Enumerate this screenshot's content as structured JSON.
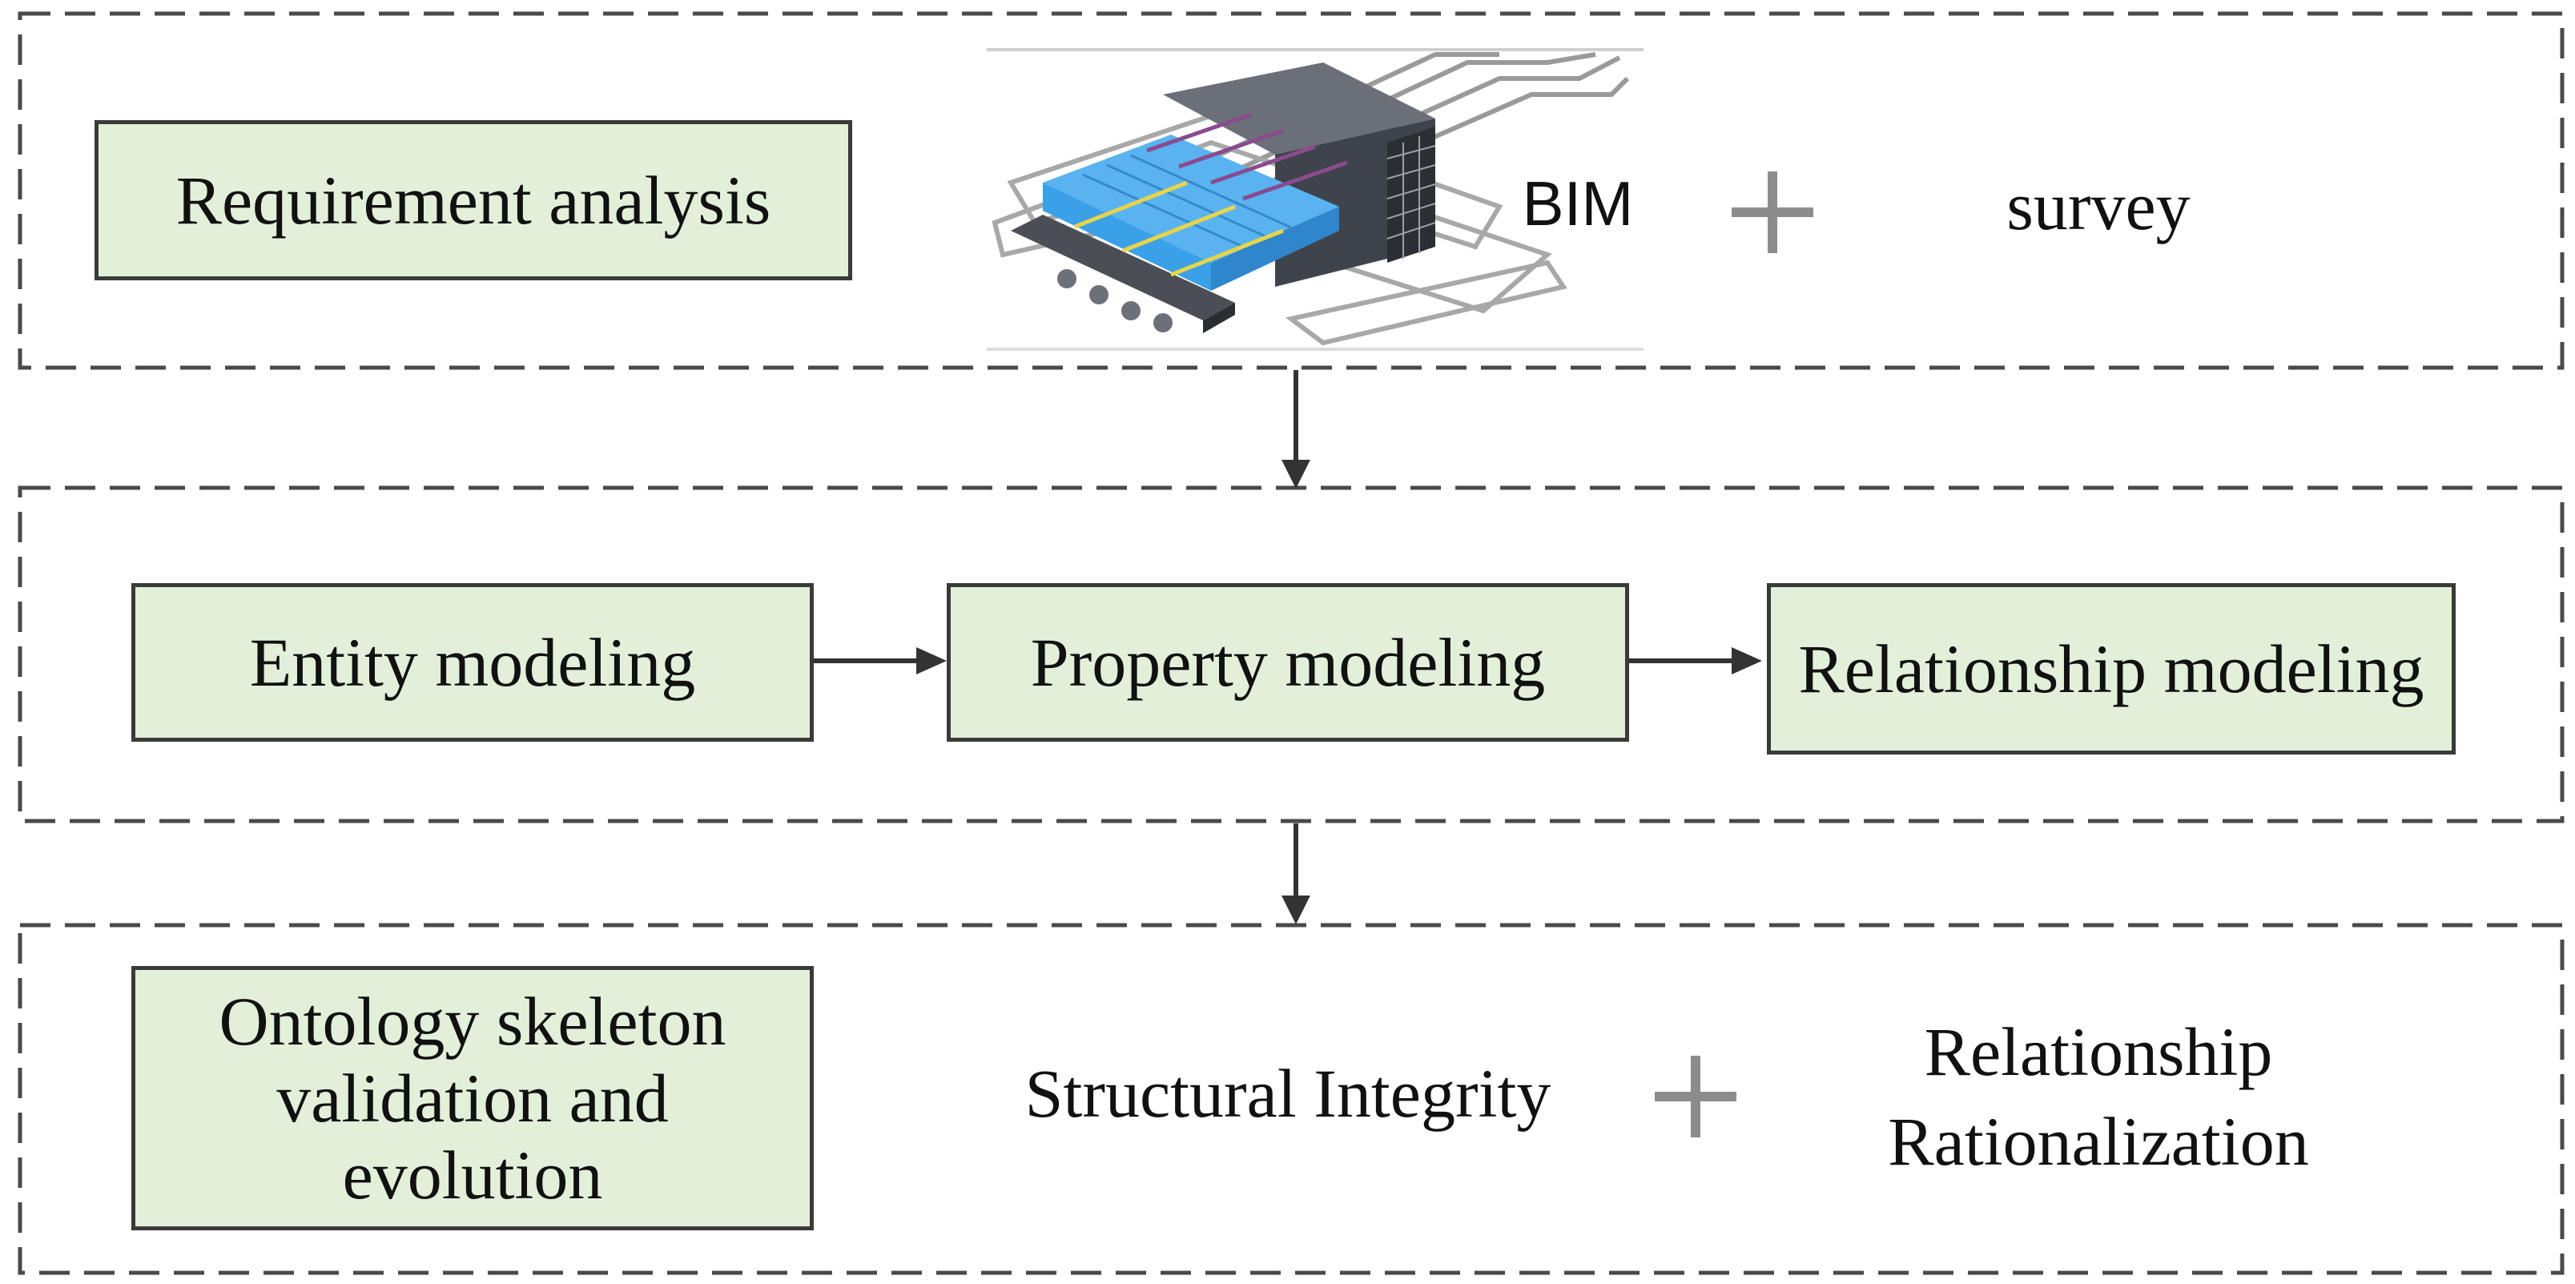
{
  "stage1": {
    "requirement_box": "Requirement analysis",
    "bim_label": "BIM",
    "survey_label": "survey"
  },
  "stage2": {
    "entity_box": "Entity modeling",
    "property_box": "Property modeling",
    "relationship_box": "Relationship modeling"
  },
  "stage3": {
    "ontology_box": "Ontology skeleton validation and evolution",
    "structural_label": "Structural Integrity",
    "relationship_label": "Relationship Rationalization"
  },
  "colors": {
    "box_fill": "#e2f0d9",
    "border": "#3a3a3a",
    "plus": "#8c8c8c",
    "model_blue": "#3aa0e8"
  },
  "icons": {
    "bim_model": "bim-3d-model-image",
    "plus": "plus-icon"
  }
}
